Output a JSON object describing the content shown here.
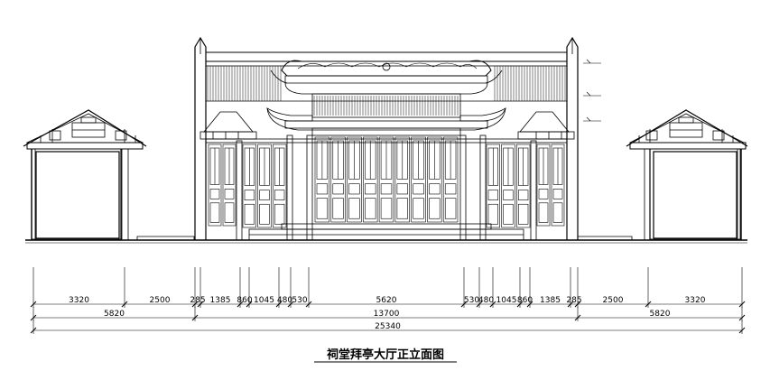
{
  "title": "祠堂拜亭大厅正立面图",
  "dimensions": {
    "row1": [
      "3320",
      "2500",
      "285",
      "1385",
      "860",
      "1045",
      "480",
      "530",
      "5620",
      "530",
      "480",
      "1045",
      "860",
      "1385",
      "285",
      "2500",
      "3320"
    ],
    "row2": [
      "5820",
      "13700",
      "5820"
    ],
    "row3": [
      "25340"
    ]
  },
  "colors": {
    "line": "#000000",
    "background": "#ffffff"
  }
}
